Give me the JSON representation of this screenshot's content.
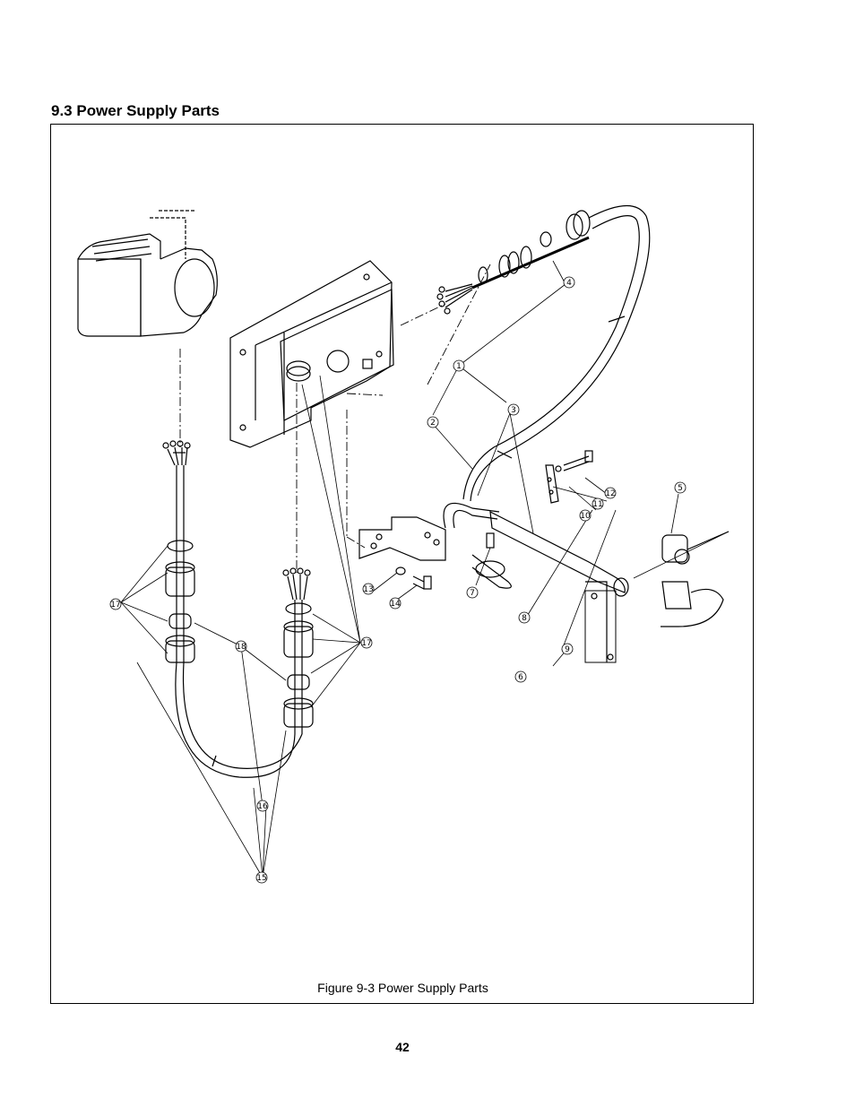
{
  "section": {
    "title": "9.3 Power Supply Parts"
  },
  "figure": {
    "caption": "Figure 9-3  Power Supply Parts",
    "callouts": [
      "1",
      "2",
      "3",
      "4",
      "5",
      "6",
      "7",
      "8",
      "9",
      "10",
      "11",
      "12",
      "13",
      "14",
      "15",
      "16",
      "17",
      "17",
      "18"
    ]
  },
  "page": {
    "number": "42"
  }
}
